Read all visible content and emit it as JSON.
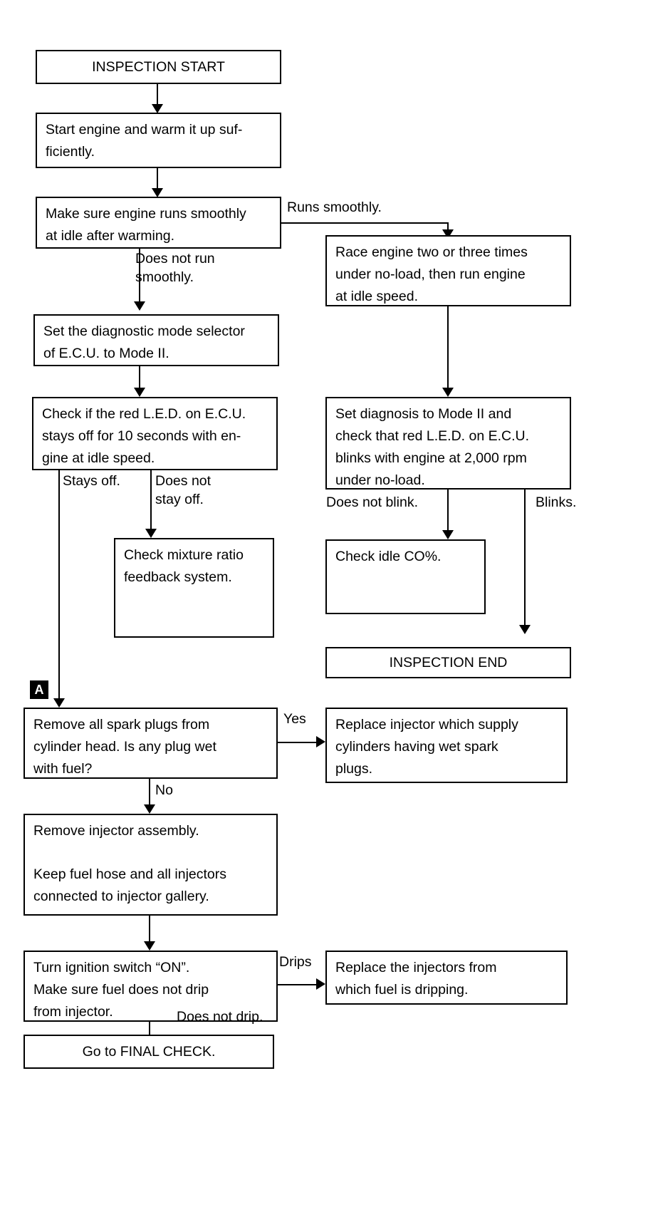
{
  "diagram": {
    "title": "Engine / Injector Inspection Flowchart",
    "connector_tag": "A",
    "nodes": {
      "inspection_start": "INSPECTION START",
      "start_engine": "Start engine and warm it up suf-\nficiently.",
      "make_sure_idle": "Make sure engine runs smoothly\nat idle after warming.",
      "race_engine": "Race engine two or three times\nunder no-load, then run engine\nat idle speed.",
      "set_mode_selector": "Set the diagnostic mode selector\nof E.C.U. to Mode II.",
      "check_led_off": "Check if the red L.E.D. on E.C.U.\nstays off for 10 seconds with en-\ngine at idle speed.",
      "set_diagnosis_mode2": "Set diagnosis to Mode II and\ncheck that red L.E.D. on E.C.U.\nblinks with engine at 2,000 rpm\nunder no-load.",
      "check_mixture": "Check mixture ratio\nfeedback system.",
      "check_idle_co": "Check idle CO%.",
      "inspection_end": "INSPECTION END",
      "remove_spark_plugs": "Remove all spark plugs from\ncylinder head. Is any plug wet\nwith fuel?",
      "replace_injector_wet": "Replace injector which supply\ncylinders having wet spark\nplugs.",
      "remove_injector_assembly": "Remove injector assembly.",
      "keep_fuel_hose": "Keep fuel hose and all injectors\nconnected to injector gallery.",
      "turn_ignition_on": "Turn ignition switch “ON”.\nMake sure fuel does not drip\nfrom injector.",
      "replace_dripping": "Replace the injectors from\nwhich fuel is dripping.",
      "go_final_check": "Go to FINAL CHECK."
    },
    "edge_labels": {
      "runs_smoothly": "Runs smoothly.",
      "does_not_run_smoothly": "Does not run\nsmoothly.",
      "stays_off": "Stays off.",
      "does_not_stay_off": "Does not\nstay off.",
      "does_not_blink": "Does not blink.",
      "blinks": "Blinks.",
      "yes": "Yes",
      "no": "No",
      "drips": "Drips",
      "does_not_drip": "Does not drip."
    }
  }
}
